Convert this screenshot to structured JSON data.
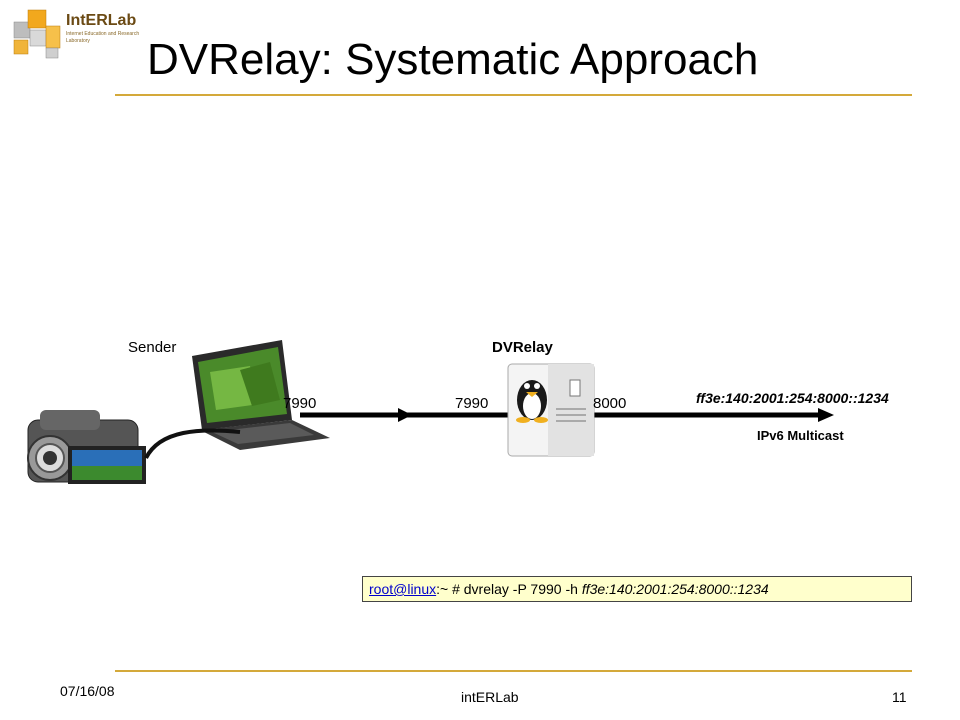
{
  "slide": {
    "title": "DVRelay: Systematic Approach"
  },
  "logo": {
    "text": "IntERLab",
    "subtitle": "Internet Education and Research Laboratory"
  },
  "diagram": {
    "sender_label": "Sender",
    "relay_label": "DVRelay",
    "laptop_port": "7990",
    "relay_in_port": "7990",
    "relay_out_port": "8000",
    "multicast_address": "ff3e:140:2001:254:8000::1234",
    "multicast_label": "IPv6 Multicast"
  },
  "command": {
    "link_text": "root@linux",
    "prompt_rest": ":~ # dvrelay -P 7990 -h ",
    "address": "ff3e:140:2001:254:8000::1234"
  },
  "footer": {
    "date": "07/16/08",
    "center": "intERLab",
    "page": "11"
  },
  "colors": {
    "rule": "#d4a93a",
    "command_bg": "#ffffcc",
    "link": "#0000cc"
  }
}
